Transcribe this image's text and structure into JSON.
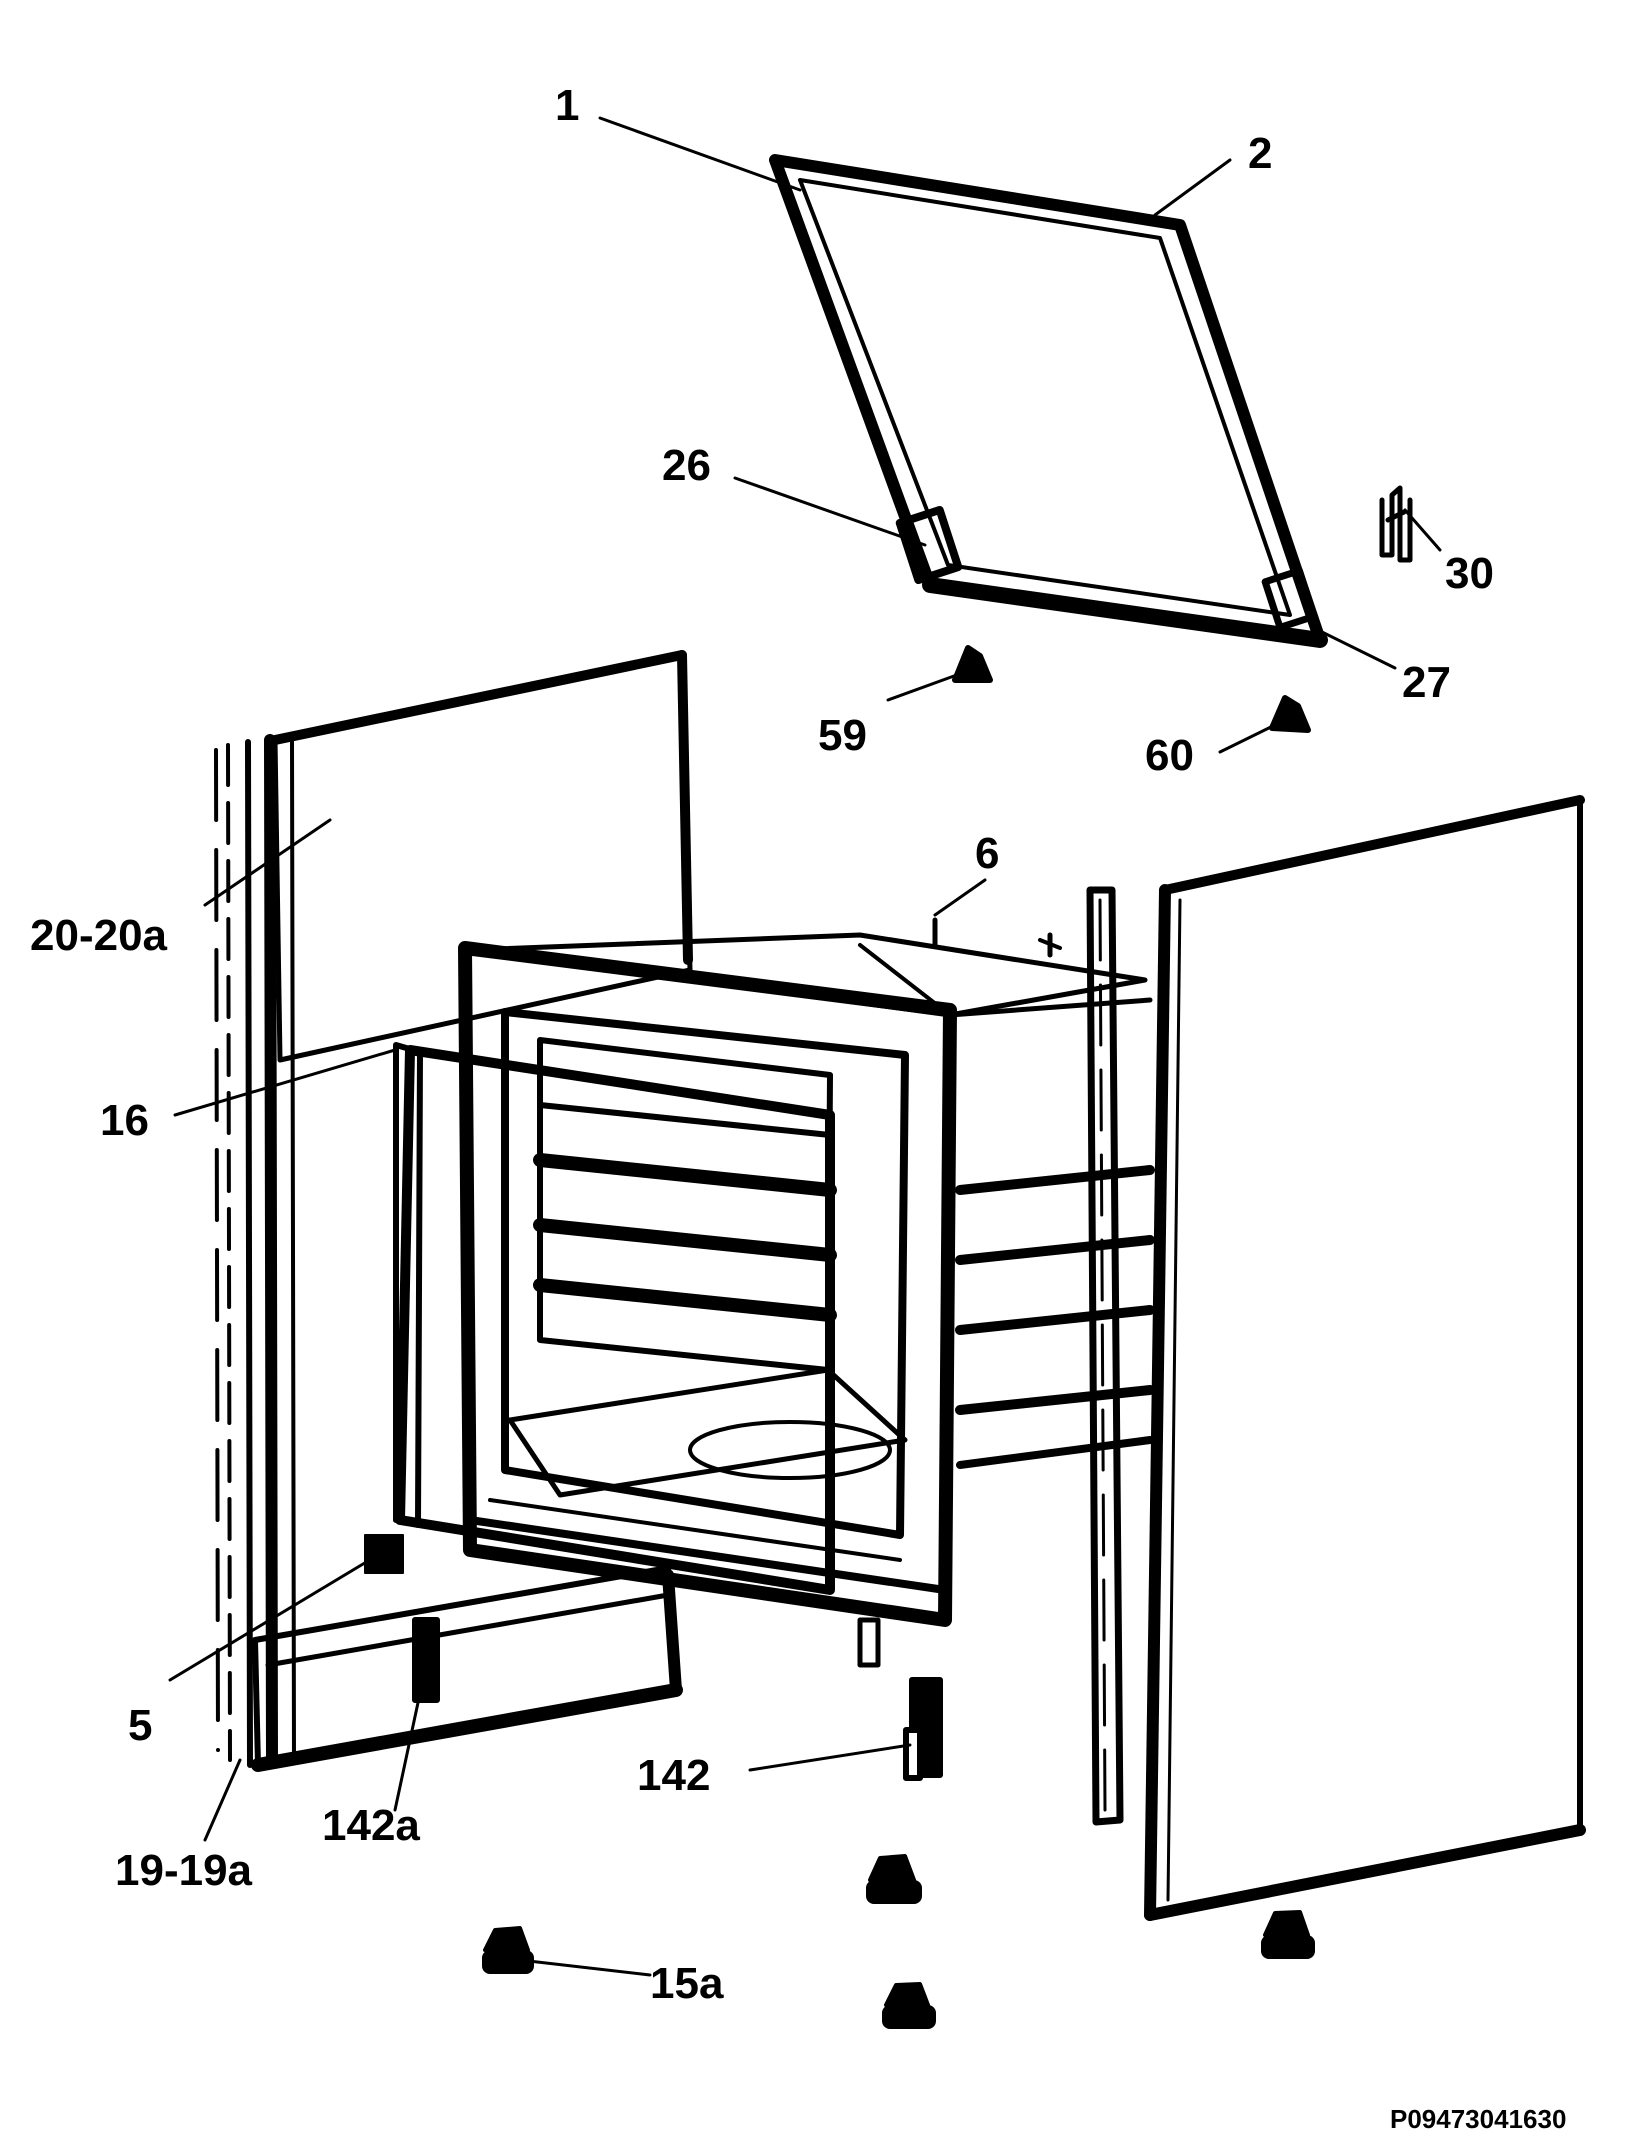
{
  "diagram": {
    "callouts": [
      {
        "id": "1",
        "text": "1"
      },
      {
        "id": "2",
        "text": "2"
      },
      {
        "id": "26",
        "text": "26"
      },
      {
        "id": "30",
        "text": "30"
      },
      {
        "id": "27",
        "text": "27"
      },
      {
        "id": "59",
        "text": "59"
      },
      {
        "id": "60",
        "text": "60"
      },
      {
        "id": "6",
        "text": "6"
      },
      {
        "id": "20-20a",
        "text": "20-20a"
      },
      {
        "id": "16",
        "text": "16"
      },
      {
        "id": "5",
        "text": "5"
      },
      {
        "id": "142",
        "text": "142"
      },
      {
        "id": "142a",
        "text": "142a"
      },
      {
        "id": "19-19a",
        "text": "19-19a"
      },
      {
        "id": "15a",
        "text": "15a"
      }
    ],
    "reference": "P09473041630"
  }
}
